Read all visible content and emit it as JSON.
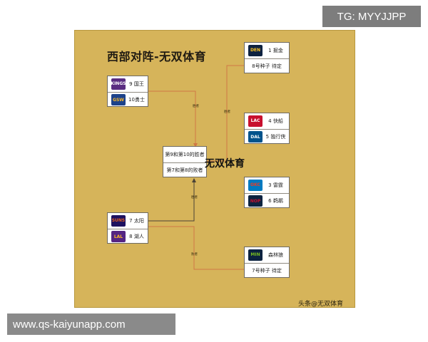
{
  "title": "西部对阵-无双体育",
  "center_watermark": "无双体育",
  "corner_watermark": "头条@无双体育",
  "overlay_top_right": "TG: MYYJJPP",
  "overlay_bottom_left": "www.qs-kaiyunapp.com",
  "edge_labels": {
    "winner": "胜者",
    "loser": "败者"
  },
  "teams": {
    "kings": "9 国王",
    "warriors": "10勇士",
    "suns": "7 太阳",
    "lakers": "8 湖人",
    "nuggets": "1 掘金",
    "clippers": "4 快船",
    "mavericks": "5 独行侠",
    "thunder": "3 雷霆",
    "pelicans": "6 鹈鹕",
    "timberwolves": "森林狼"
  },
  "center_box": {
    "top": "第9和第10的胜者",
    "bottom": "第7和第8的败者"
  },
  "slots": {
    "seed8": "8号种子 待定",
    "seed7": "7号种子 待定"
  },
  "logos": {
    "kings": "KINGS",
    "warriors": "GSW",
    "suns": "SUNS",
    "lakers": "LAL",
    "nuggets": "DEN",
    "clippers": "LAC",
    "mavericks": "DAL",
    "thunder": "OKC",
    "pelicans": "NOP",
    "timberwolves": "MIN"
  },
  "colors": {
    "board": "#d6b45a",
    "connector_orange": "#d07845",
    "connector_dark": "#4a4236"
  }
}
